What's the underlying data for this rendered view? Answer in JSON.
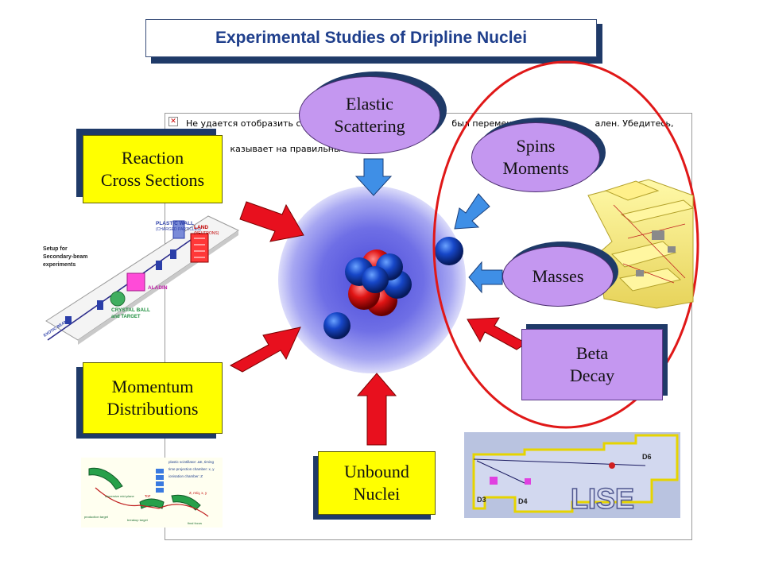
{
  "title": "Experimental Studies of Dripline Nuclei",
  "broken_image": {
    "line1": "Не удается отобразить связан",
    "line1b": "был перемещен",
    "line1c": "ален. Убедитесь, что",
    "line2": "казывает на правильны"
  },
  "labels": {
    "reaction": "Reaction\nCross Sections",
    "momentum": "Momentum\nDistributions",
    "elastic": "Elastic\nScattering",
    "spins": "Spins\nMoments",
    "masses": "Masses",
    "beta": "Beta\nDecay",
    "unbound": "Unbound\nNuclei"
  },
  "setup_diagram": {
    "setup_label": "Setup for",
    "setup_sub1": "Secondary-beam",
    "setup_sub2": "experiments",
    "plastic_wall": "PLASTIC WALL",
    "plastic_sub": "(CHARGED PARTICLES)",
    "land": "LAND",
    "land_sub": "(NEUTRONS)",
    "aladin": "ALADIN",
    "crystal_ball": "CRYSTAL BALL",
    "target": "and TARGET",
    "exotic_beam": "EXOTIC BEAM"
  },
  "spectrometer": {
    "line1": "plastic scintillator: ΔE, timing",
    "line2": "time projection chamber: x, y",
    "line3": "ionisation chamber: Z",
    "line4": "Z, m/q, x, y",
    "tof": "ToF",
    "production": "production target",
    "breakup": "breakup target",
    "dispersive": "dispersive mid-plane",
    "final": "final focus"
  },
  "lise": {
    "name": "LISE",
    "d3": "D3",
    "d4": "D4",
    "d6": "D6"
  },
  "colors": {
    "arrow_red": "#e8101e",
    "arrow_blue": "#3f8fe6",
    "box_yellow": "#ffff00",
    "box_violet": "#c497f0",
    "shadow": "#1f3a68",
    "circle_red": "#e01818",
    "title_blue": "#1f3f8c"
  }
}
